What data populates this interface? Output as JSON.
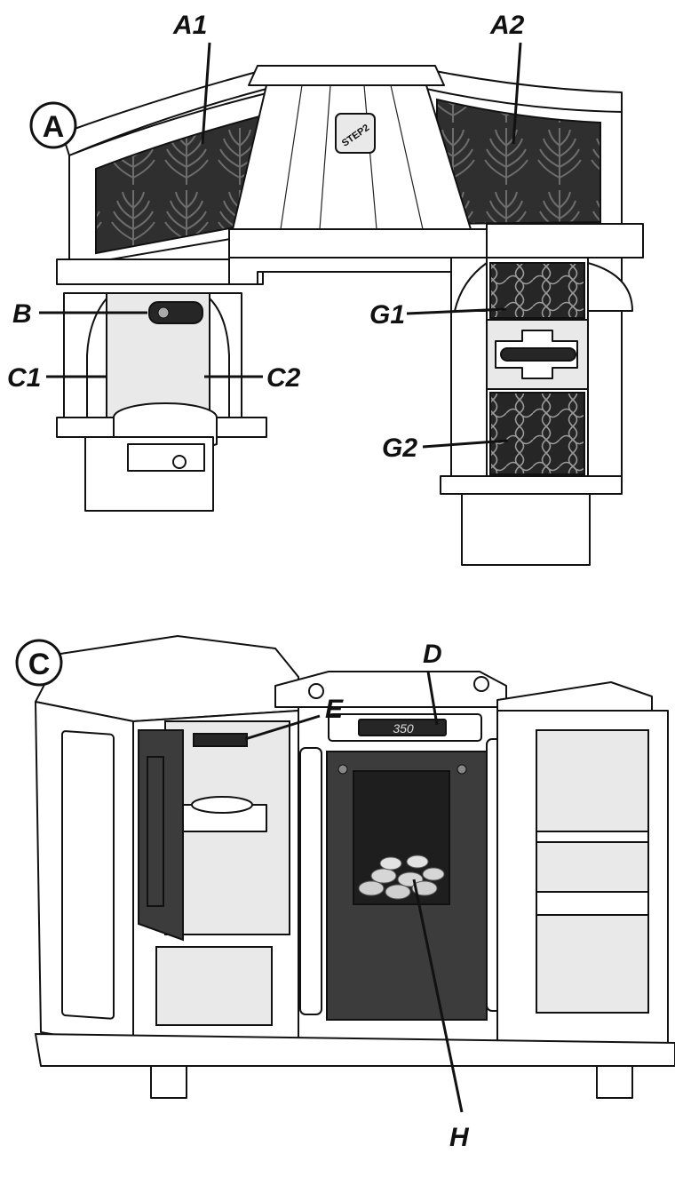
{
  "callouts": {
    "A": "A",
    "C": "C"
  },
  "labels": {
    "A1": "A1",
    "A2": "A2",
    "B": "B",
    "C1": "C1",
    "C2": "C2",
    "G1": "G1",
    "G2": "G2",
    "D": "D",
    "E": "E",
    "H": "H"
  },
  "product_text": {
    "logo": "STEP2",
    "oven_temperature": "350"
  },
  "colors": {
    "ink": "#111111",
    "panel_dark": "#3c3c3c",
    "panel_shade": "#e9e9e9"
  }
}
